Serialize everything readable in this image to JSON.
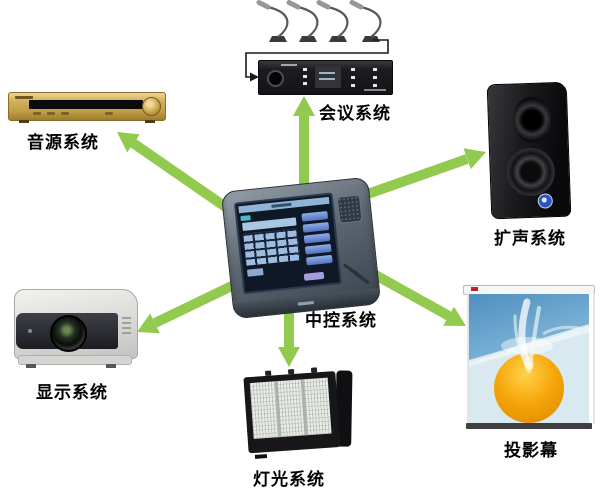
{
  "arrow_color": "#92C94F",
  "wire_color": "#1a1a1a",
  "center": {
    "label": "中控系统"
  },
  "nodes": {
    "audio": {
      "label": "音源系统"
    },
    "conference": {
      "label": "会议系统"
    },
    "pa": {
      "label": "扩声系统"
    },
    "display": {
      "label": "显示系统"
    },
    "lighting": {
      "label": "灯光系统"
    },
    "screen": {
      "label": "投影幕"
    }
  }
}
